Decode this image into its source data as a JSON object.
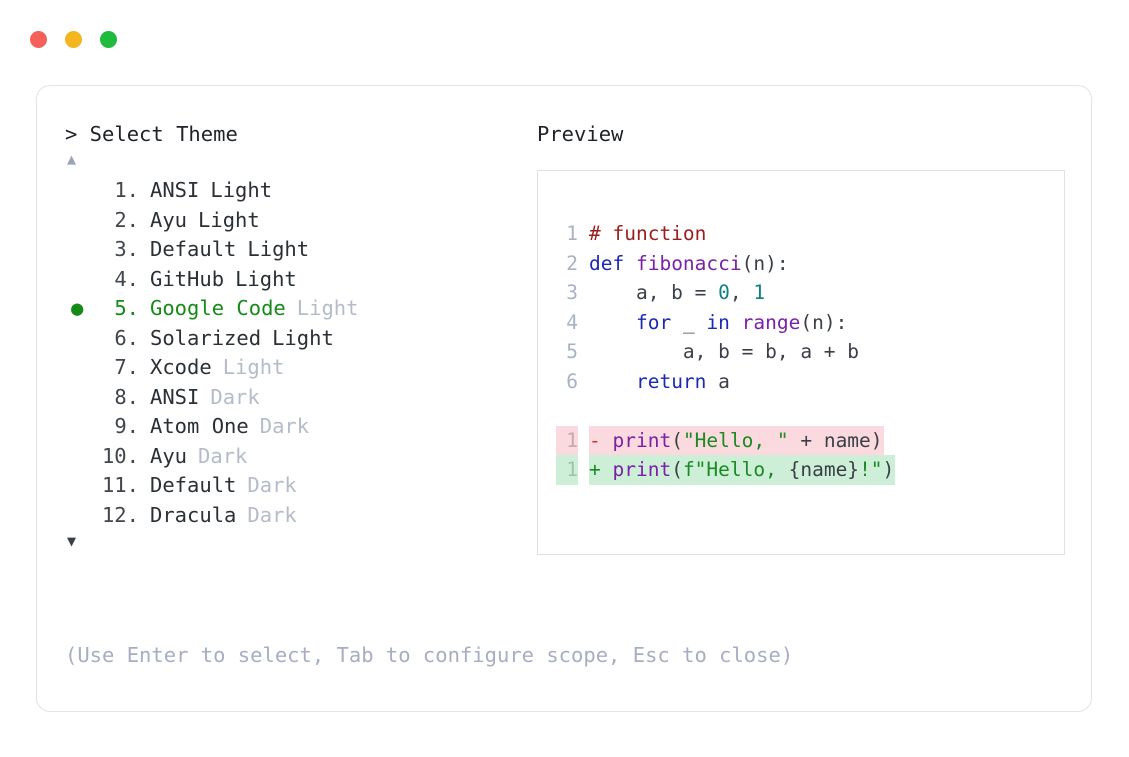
{
  "window": {
    "traffic_lights": [
      {
        "name": "close",
        "color": "#f4605a"
      },
      {
        "name": "minimize",
        "color": "#f5b51f"
      },
      {
        "name": "maximize",
        "color": "#20bb3c"
      }
    ]
  },
  "left_panel": {
    "prompt": "> Select Theme",
    "scroll_up_icon": "▲",
    "scroll_down_icon": "▼",
    "scroll_up_active": false,
    "scroll_down_active": true,
    "selected_index": 5,
    "selected_bullet": "●",
    "accent_color": "#168a16",
    "muted_color": "#b4bcca",
    "items": [
      {
        "index": "1.",
        "name": "ANSI",
        "mode": "Light",
        "mode_muted": false,
        "selected": false,
        "bullet": ""
      },
      {
        "index": "2.",
        "name": "Ayu",
        "mode": "Light",
        "mode_muted": false,
        "selected": false,
        "bullet": ""
      },
      {
        "index": "3.",
        "name": "Default",
        "mode": "Light",
        "mode_muted": false,
        "selected": false,
        "bullet": ""
      },
      {
        "index": "4.",
        "name": "GitHub",
        "mode": "Light",
        "mode_muted": false,
        "selected": false,
        "bullet": ""
      },
      {
        "index": "5.",
        "name": "Google Code",
        "mode": "Light",
        "mode_muted": true,
        "selected": true,
        "bullet": "●"
      },
      {
        "index": "6.",
        "name": "Solarized",
        "mode": "Light",
        "mode_muted": false,
        "selected": false,
        "bullet": ""
      },
      {
        "index": "7.",
        "name": "Xcode",
        "mode": "Light",
        "mode_muted": true,
        "selected": false,
        "bullet": ""
      },
      {
        "index": "8.",
        "name": "ANSI",
        "mode": "Dark",
        "mode_muted": true,
        "selected": false,
        "bullet": ""
      },
      {
        "index": "9.",
        "name": "Atom One",
        "mode": "Dark",
        "mode_muted": true,
        "selected": false,
        "bullet": ""
      },
      {
        "index": "10.",
        "name": "Ayu",
        "mode": "Dark",
        "mode_muted": true,
        "selected": false,
        "bullet": ""
      },
      {
        "index": "11.",
        "name": "Default",
        "mode": "Dark",
        "mode_muted": true,
        "selected": false,
        "bullet": ""
      },
      {
        "index": "12.",
        "name": "Dracula",
        "mode": "Dark",
        "mode_muted": true,
        "selected": false,
        "bullet": ""
      }
    ]
  },
  "footer": {
    "hint": "(Use Enter to select, Tab to configure scope, Esc to close)"
  },
  "right_panel": {
    "label": "Preview",
    "code_lines": [
      {
        "number": "1",
        "kind": "code",
        "tokens": [
          {
            "t": "# function",
            "c": "tok-comment"
          }
        ]
      },
      {
        "number": "2",
        "kind": "code",
        "tokens": [
          {
            "t": "def ",
            "c": "tok-keyword"
          },
          {
            "t": "fibonacci",
            "c": "tok-func"
          },
          {
            "t": "(n):",
            "c": "tok-punct"
          }
        ]
      },
      {
        "number": "3",
        "kind": "code",
        "tokens": [
          {
            "t": "    a, b = ",
            "c": "tok-plain"
          },
          {
            "t": "0",
            "c": "tok-number"
          },
          {
            "t": ", ",
            "c": "tok-plain"
          },
          {
            "t": "1",
            "c": "tok-number"
          }
        ]
      },
      {
        "number": "4",
        "kind": "code",
        "tokens": [
          {
            "t": "    ",
            "c": "tok-plain"
          },
          {
            "t": "for",
            "c": "tok-keyword"
          },
          {
            "t": " _ ",
            "c": "tok-plain"
          },
          {
            "t": "in",
            "c": "tok-keyword"
          },
          {
            "t": " ",
            "c": "tok-plain"
          },
          {
            "t": "range",
            "c": "tok-builtin"
          },
          {
            "t": "(n):",
            "c": "tok-punct"
          }
        ]
      },
      {
        "number": "5",
        "kind": "code",
        "tokens": [
          {
            "t": "        a, b = b, a + b",
            "c": "tok-plain"
          }
        ]
      },
      {
        "number": "6",
        "kind": "code",
        "tokens": [
          {
            "t": "    ",
            "c": "tok-plain"
          },
          {
            "t": "return",
            "c": "tok-keyword"
          },
          {
            "t": " a",
            "c": "tok-plain"
          }
        ]
      },
      {
        "kind": "blank"
      },
      {
        "number": "1",
        "kind": "del",
        "marker": "-",
        "bg": "#fadade",
        "tokens": [
          {
            "t": "print",
            "c": "tok-func"
          },
          {
            "t": "(",
            "c": "tok-punct"
          },
          {
            "t": "\"Hello, \"",
            "c": "tok-string"
          },
          {
            "t": " + name)",
            "c": "tok-plain"
          }
        ]
      },
      {
        "number": "1",
        "kind": "add",
        "marker": "+",
        "bg": "#cdeed7",
        "tokens": [
          {
            "t": "print",
            "c": "tok-func"
          },
          {
            "t": "(",
            "c": "tok-punct"
          },
          {
            "t": "f\"Hello, ",
            "c": "tok-string"
          },
          {
            "t": "{name}",
            "c": "tok-plain"
          },
          {
            "t": "!\"",
            "c": "tok-string"
          },
          {
            "t": ")",
            "c": "tok-punct"
          }
        ]
      }
    ]
  }
}
